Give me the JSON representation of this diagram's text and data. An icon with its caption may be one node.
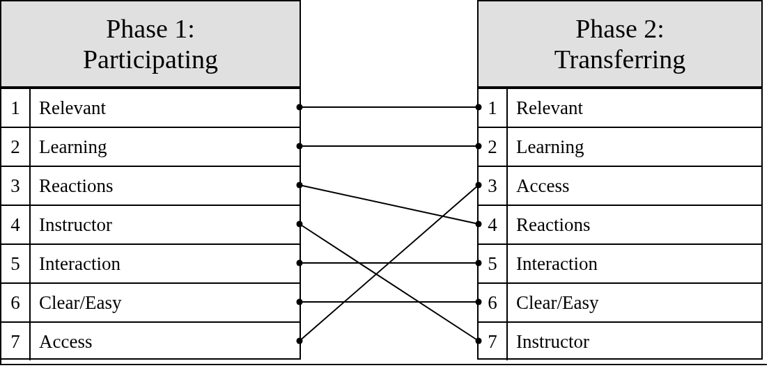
{
  "diagram": {
    "nodes": [
      {
        "text": [
          "Phase 1: Participating"
        ]
      },
      {
        "text": [
          "1",
          "Relevant"
        ],
        "in": 0
      },
      {
        "text": [
          "2",
          "Learning"
        ],
        "in": 0
      },
      {
        "text": [
          "3",
          "Reactions"
        ],
        "in": 0
      },
      {
        "text": [
          "4",
          "Instructor"
        ],
        "in": 0
      },
      {
        "text": [
          "5",
          "Interaction"
        ],
        "in": 0
      },
      {
        "text": [
          "6",
          "Clear/Easy"
        ],
        "in": 0
      },
      {
        "text": [
          "7",
          "Access"
        ],
        "in": 0
      },
      {
        "text": [
          "Phase 2: Transferring"
        ]
      },
      {
        "text": [
          "1",
          "Relevant"
        ],
        "in": 8
      },
      {
        "text": [
          "2",
          "Learning"
        ],
        "in": 8
      },
      {
        "text": [
          "3",
          "Access"
        ],
        "in": 8
      },
      {
        "text": [
          "4",
          "Reactions"
        ],
        "in": 8
      },
      {
        "text": [
          "5",
          "Interaction"
        ],
        "in": 8
      },
      {
        "text": [
          "6",
          "Clear/Easy"
        ],
        "in": 8
      },
      {
        "text": [
          "7",
          "Instructor"
        ],
        "in": 8
      }
    ],
    "edges": [
      {
        "from": 1,
        "to": 9,
        "arrow": "other"
      },
      {
        "from": 2,
        "to": 10,
        "arrow": "other"
      },
      {
        "from": 3,
        "to": 12,
        "arrow": "other"
      },
      {
        "from": 4,
        "to": 15,
        "arrow": "other"
      },
      {
        "from": 5,
        "to": 13,
        "arrow": "other"
      },
      {
        "from": 6,
        "to": 14,
        "arrow": "other"
      },
      {
        "from": 7,
        "to": 11,
        "arrow": "other"
      }
    ]
  }
}
